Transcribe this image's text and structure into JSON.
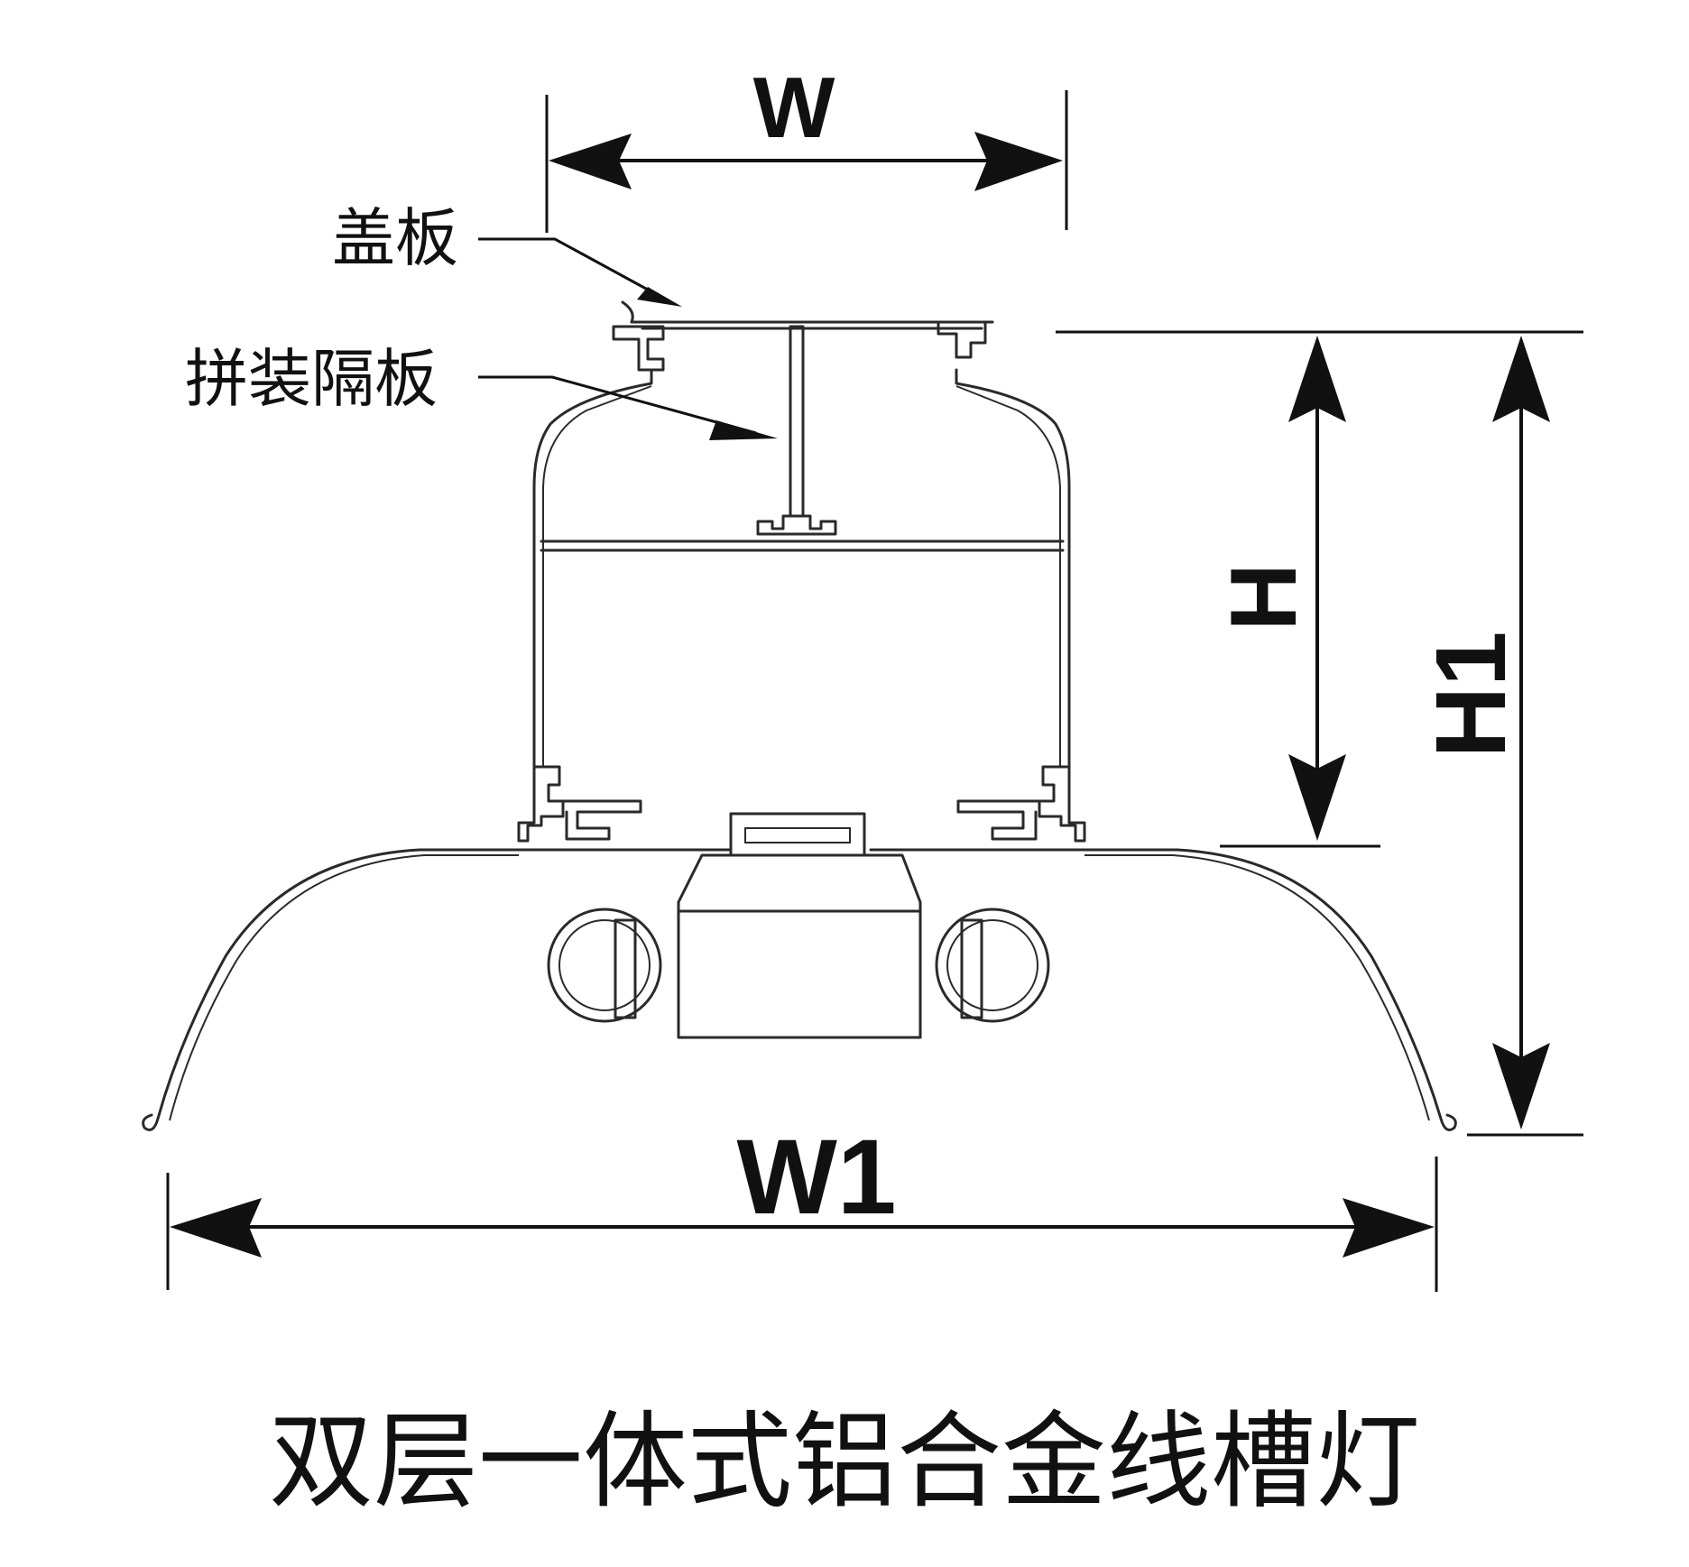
{
  "dimensions": {
    "w_label": "W",
    "w1_label": "W1",
    "h_label": "H",
    "h1_label": "H1"
  },
  "callouts": {
    "cover_plate": "盖板",
    "divider": "拼装隔板"
  },
  "caption": "双层一体式铝合金线槽灯"
}
